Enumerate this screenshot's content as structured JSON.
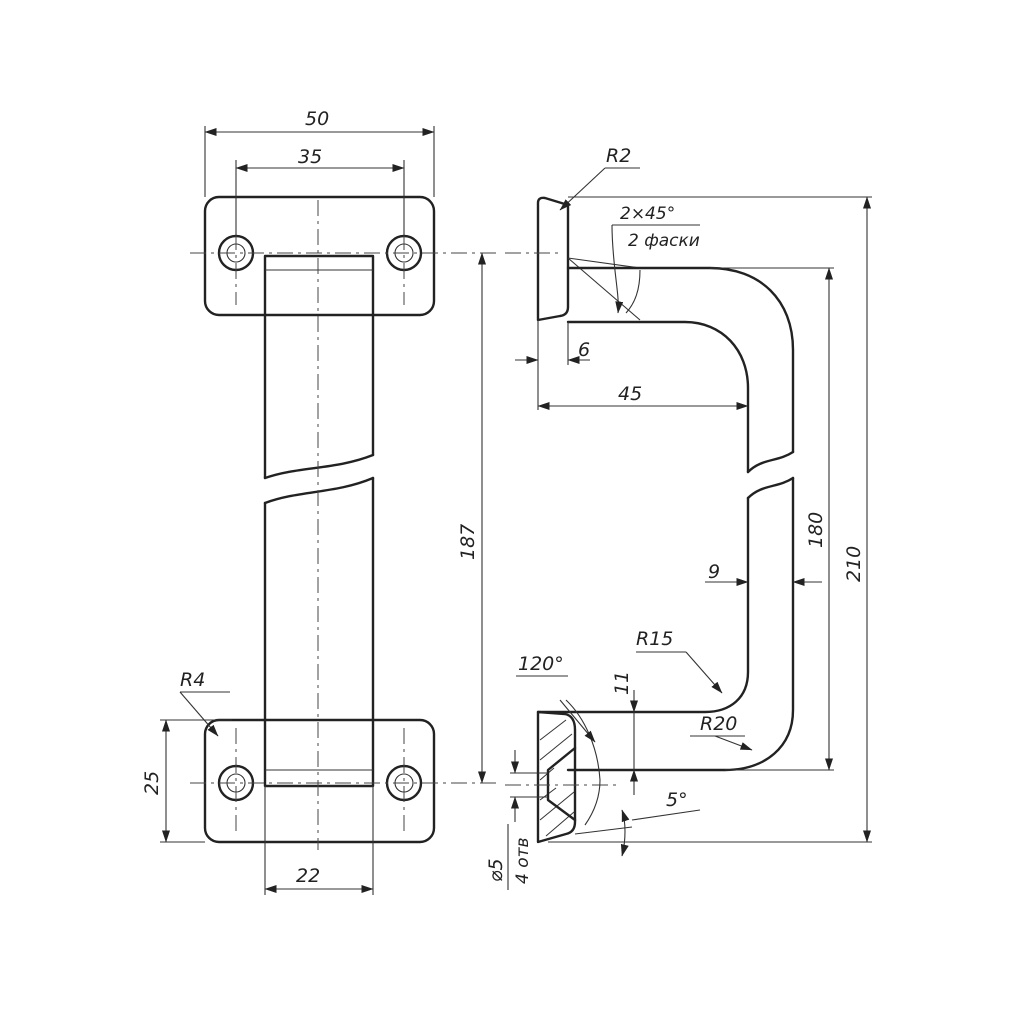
{
  "drawing": {
    "front_view": {
      "width_overall": "50",
      "hole_spacing": "35",
      "center_distance": "187",
      "base_length": "25",
      "grip_width": "22",
      "corner_radius": "R4"
    },
    "side_view": {
      "edge_radius": "R2",
      "chamfer_size": "2×45°",
      "chamfer_count": "2 фаски",
      "base_thickness": "6",
      "projection": "45",
      "inner_height": "180",
      "overall_height": "210",
      "bar_thickness": "9",
      "inner_radius": "R15",
      "outer_radius": "R20",
      "countersink_angle": "120°",
      "countersink_depth": "11",
      "draft_angle": "5°",
      "hole_diameter": "⌀5",
      "hole_count": "4 отв"
    }
  }
}
